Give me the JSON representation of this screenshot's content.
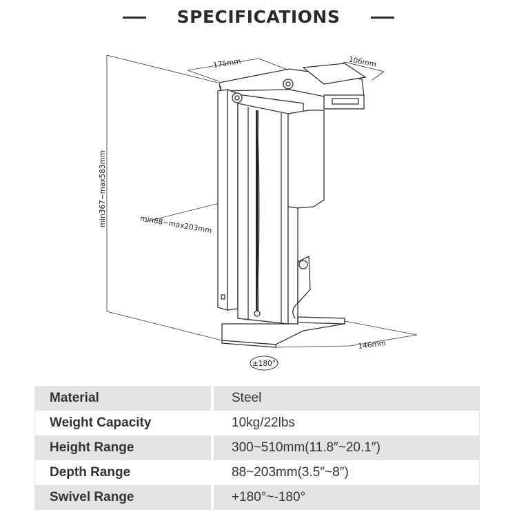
{
  "header": {
    "title": "SPECIFICATIONS"
  },
  "diagram": {
    "width_label": "175mm",
    "top_depth_label": "106mm",
    "height_label": "min367~max583mm",
    "inner_width_label": "min88~max203mm",
    "bottom_depth_label": "146mm",
    "swivel_label": "±180°"
  },
  "specs": [
    {
      "key": "Material",
      "value": "Steel"
    },
    {
      "key": "Weight Capacity",
      "value": "10kg/22lbs"
    },
    {
      "key": "Height Range",
      "value": "300~510mm(11.8″~20.1″)"
    },
    {
      "key": "Depth Range",
      "value": "88~203mm(3.5″~8″)"
    },
    {
      "key": "Swivel Range",
      "value": "+180°~-180°"
    }
  ]
}
